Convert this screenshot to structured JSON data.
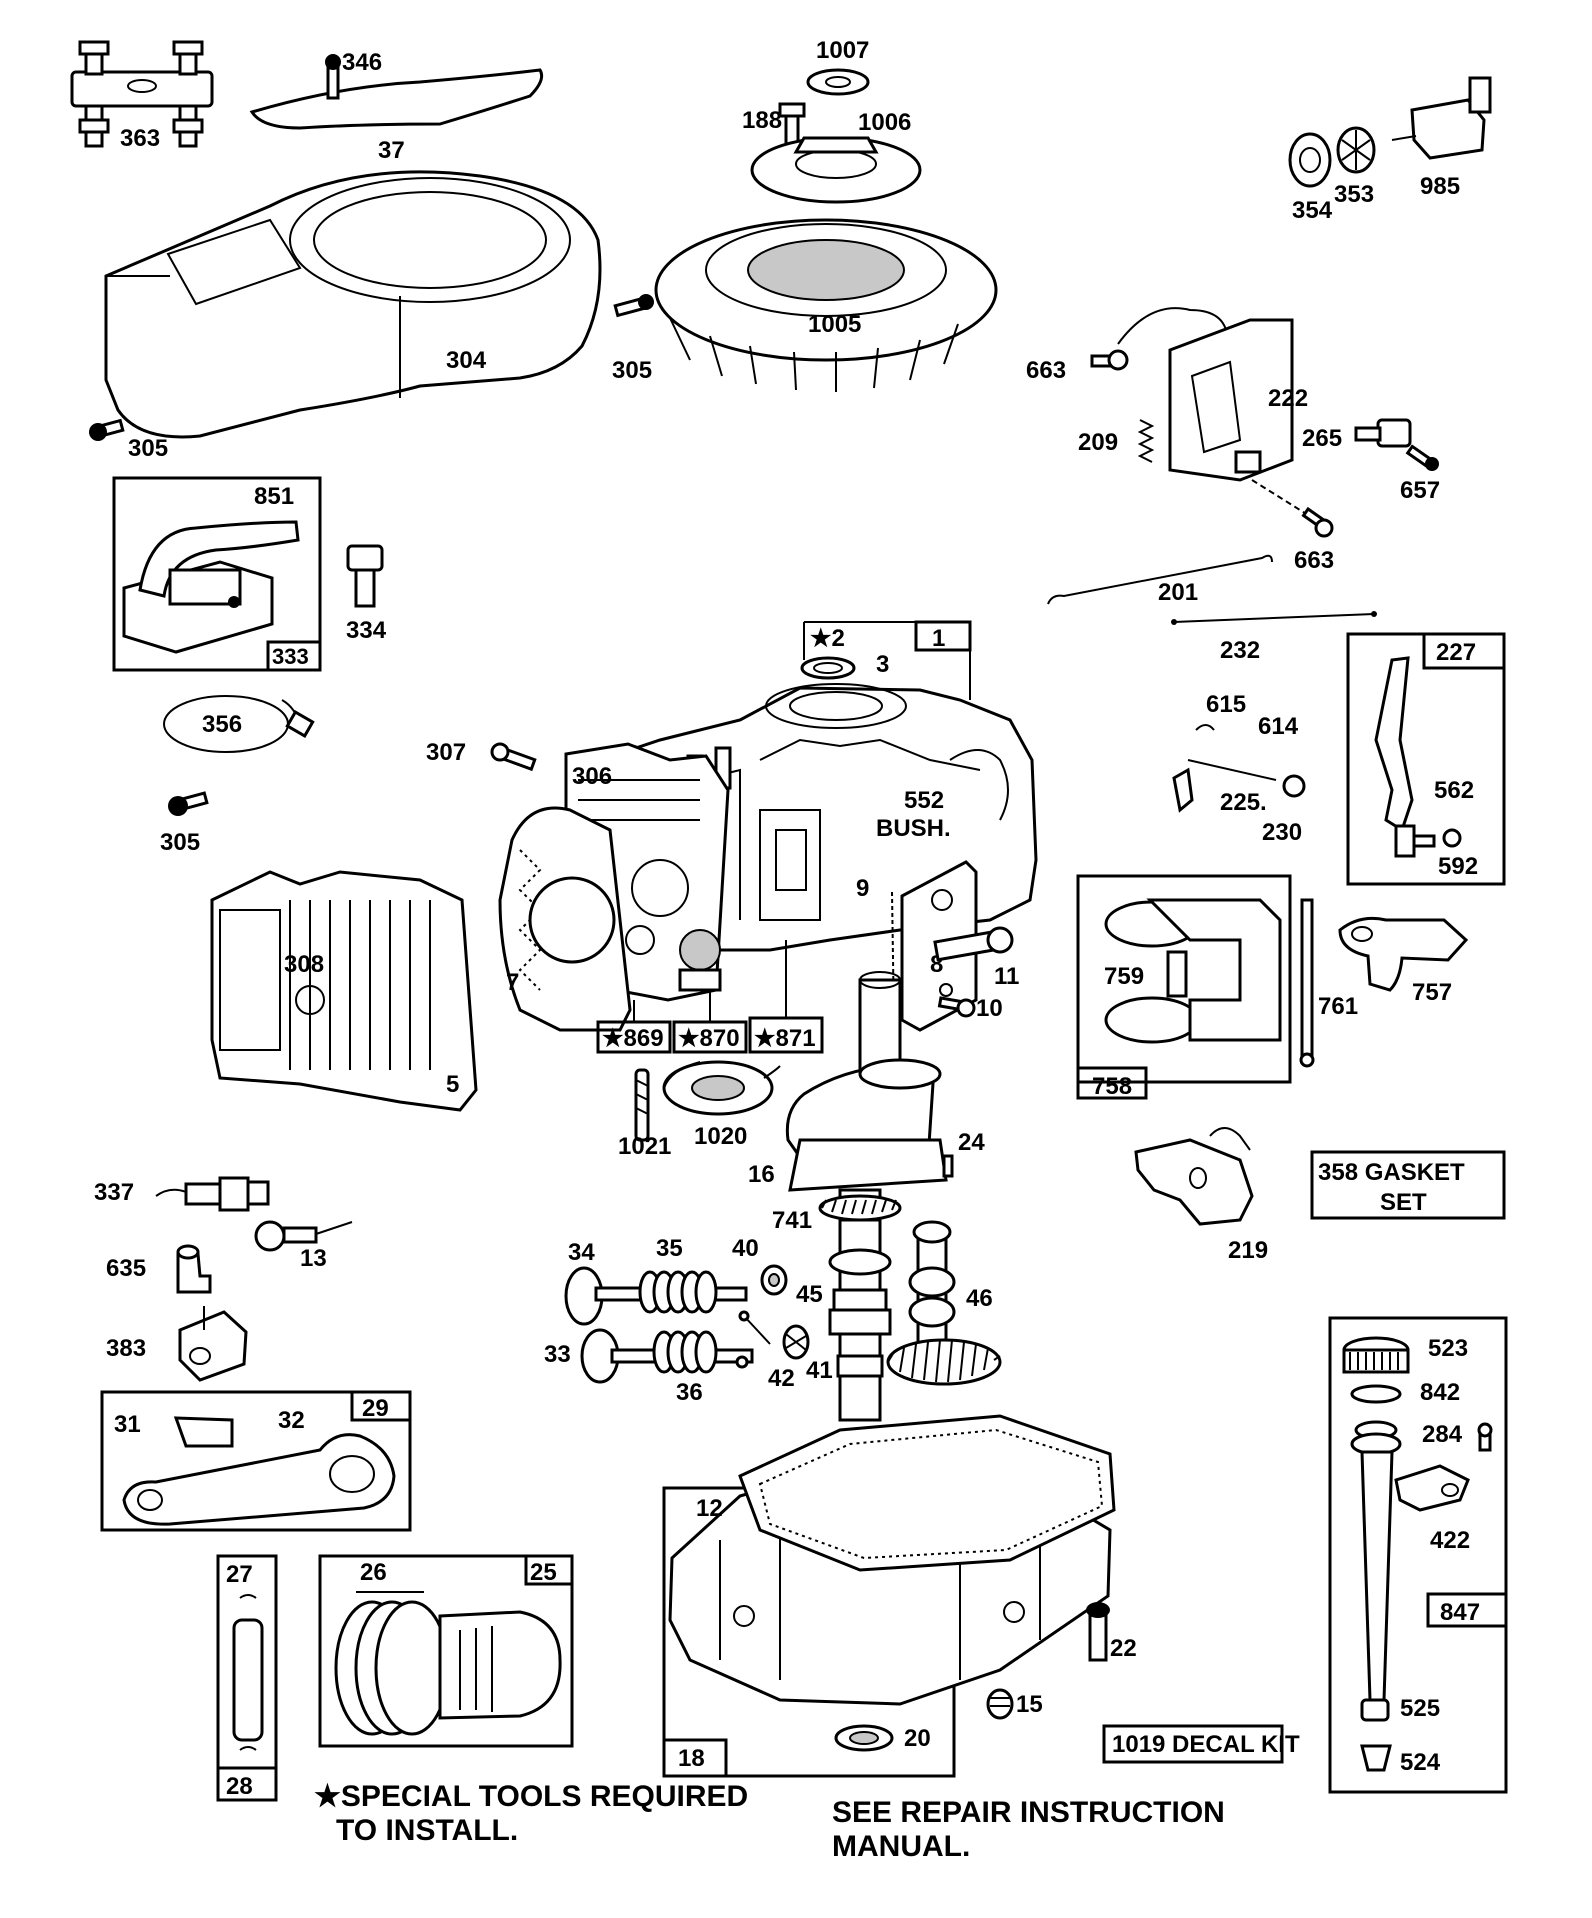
{
  "callouts": {
    "c363": "363",
    "c346": "346",
    "c37": "37",
    "c1007": "1007",
    "c188": "188",
    "c1006": "1006",
    "c354": "354",
    "c353": "353",
    "c985": "985",
    "c304": "304",
    "c305a": "305",
    "c305b": "305",
    "c1005": "1005",
    "c663a": "663",
    "c222": "222",
    "c209": "209",
    "c265": "265",
    "c657": "657",
    "c663b": "663",
    "c851": "851",
    "c334": "334",
    "c333": "333",
    "c201": "201",
    "c232": "232",
    "c2": "★2",
    "c1": "1",
    "c3": "3",
    "c227": "227",
    "c356": "356",
    "c307": "307",
    "c306": "306",
    "c552": "552",
    "c615": "615",
    "c614": "614",
    "c225": "225.",
    "c230": "230",
    "c562": "562",
    "c592": "592",
    "c305c": "305",
    "c308": "308",
    "c7": "7",
    "cbush": "BUSH.",
    "c9": "9",
    "c8": "8",
    "c11": "11",
    "c10": "10",
    "c759": "759",
    "c761": "761",
    "c757": "757",
    "c758": "758",
    "c5": "5",
    "c869": "★869",
    "c870": "★870",
    "c871": "★871",
    "c1021": "1021",
    "c1020": "1020",
    "c16": "16",
    "c24": "24",
    "c219": "219",
    "c337": "337",
    "c13": "13",
    "c635": "635",
    "c34": "34",
    "c35": "35",
    "c40": "40",
    "c741": "741",
    "c45": "45",
    "c46": "46",
    "c383": "383",
    "c33": "33",
    "c36": "36",
    "c42": "42",
    "c41": "41",
    "c523": "523",
    "c842": "842",
    "c284": "284",
    "c422": "422",
    "c31": "31",
    "c32": "32",
    "c29": "29",
    "c12": "12",
    "c27": "27",
    "c26": "26",
    "c25": "25",
    "c28": "28",
    "c22": "22",
    "c15": "15",
    "c18": "18",
    "c20": "20",
    "c847": "847",
    "c525": "525",
    "c524": "524"
  },
  "boxes": {
    "gasket_line1": "358 GASKET",
    "gasket_line2": "SET",
    "decal": "1019 DECAL KIT"
  },
  "notes": {
    "special_line1": "★SPECIAL TOOLS REQUIRED",
    "special_line2": "TO INSTALL.",
    "repair_line1": "SEE REPAIR INSTRUCTION",
    "repair_line2": "MANUAL."
  }
}
